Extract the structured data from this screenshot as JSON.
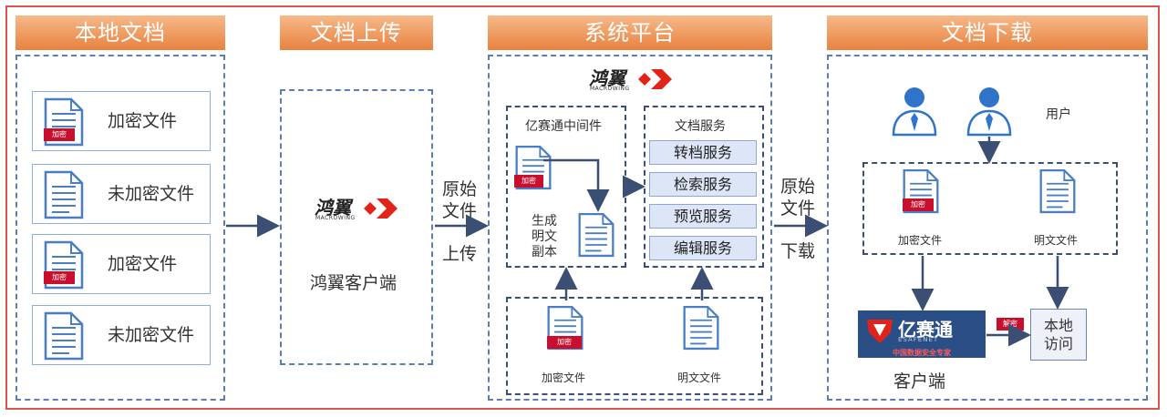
{
  "headers": {
    "local_docs": "本地文档",
    "upload": "文档上传",
    "platform": "系统平台",
    "download": "文档下载"
  },
  "local_files": [
    {
      "label": "加密文件",
      "encrypted": true,
      "tag": "加密"
    },
    {
      "label": "未加密文件",
      "encrypted": false
    },
    {
      "label": "加密文件",
      "encrypted": true,
      "tag": "加密"
    },
    {
      "label": "未加密文件",
      "encrypted": false
    }
  ],
  "client": {
    "logo_cn": "鸿翼",
    "logo_en": "MACROWING",
    "label": "鸿翼客户端"
  },
  "flow_labels": {
    "upload_line1": "原始",
    "upload_line2": "文件",
    "upload_line3": "上传",
    "download_line1": "原始",
    "download_line2": "文件",
    "download_line3": "下载"
  },
  "platform": {
    "logo_cn": "鸿翼",
    "logo_en": "MACROWING",
    "middleware_title": "亿赛通中间件",
    "middleware_tag": "加密",
    "copy_line1": "生成",
    "copy_line2": "明文",
    "copy_line3": "副本",
    "doc_service_title": "文档服务",
    "services": [
      "转档服务",
      "检索服务",
      "预览服务",
      "编辑服务"
    ],
    "bottom_files": [
      {
        "label": "加密文件",
        "tag": "加密"
      },
      {
        "label": "明文文件"
      }
    ]
  },
  "download": {
    "user_label": "用户",
    "files": [
      {
        "label": "加密文件",
        "tag": "加密"
      },
      {
        "label": "明文文件"
      }
    ],
    "yisaitong": {
      "name": "亿赛通",
      "en": "ESAFENET",
      "slogan": "中国数据安全专家"
    },
    "client_label": "客户端",
    "decrypt_tag": "解密",
    "local_access_line1": "本地",
    "local_access_line2": "访问"
  },
  "colors": {
    "frame": "#d9534f",
    "header": "#e8823f",
    "dash": "#5b7db8",
    "arrow": "#3b4f74",
    "encrypted_tag": "#c8102e",
    "brand_red": "#e2231a"
  }
}
